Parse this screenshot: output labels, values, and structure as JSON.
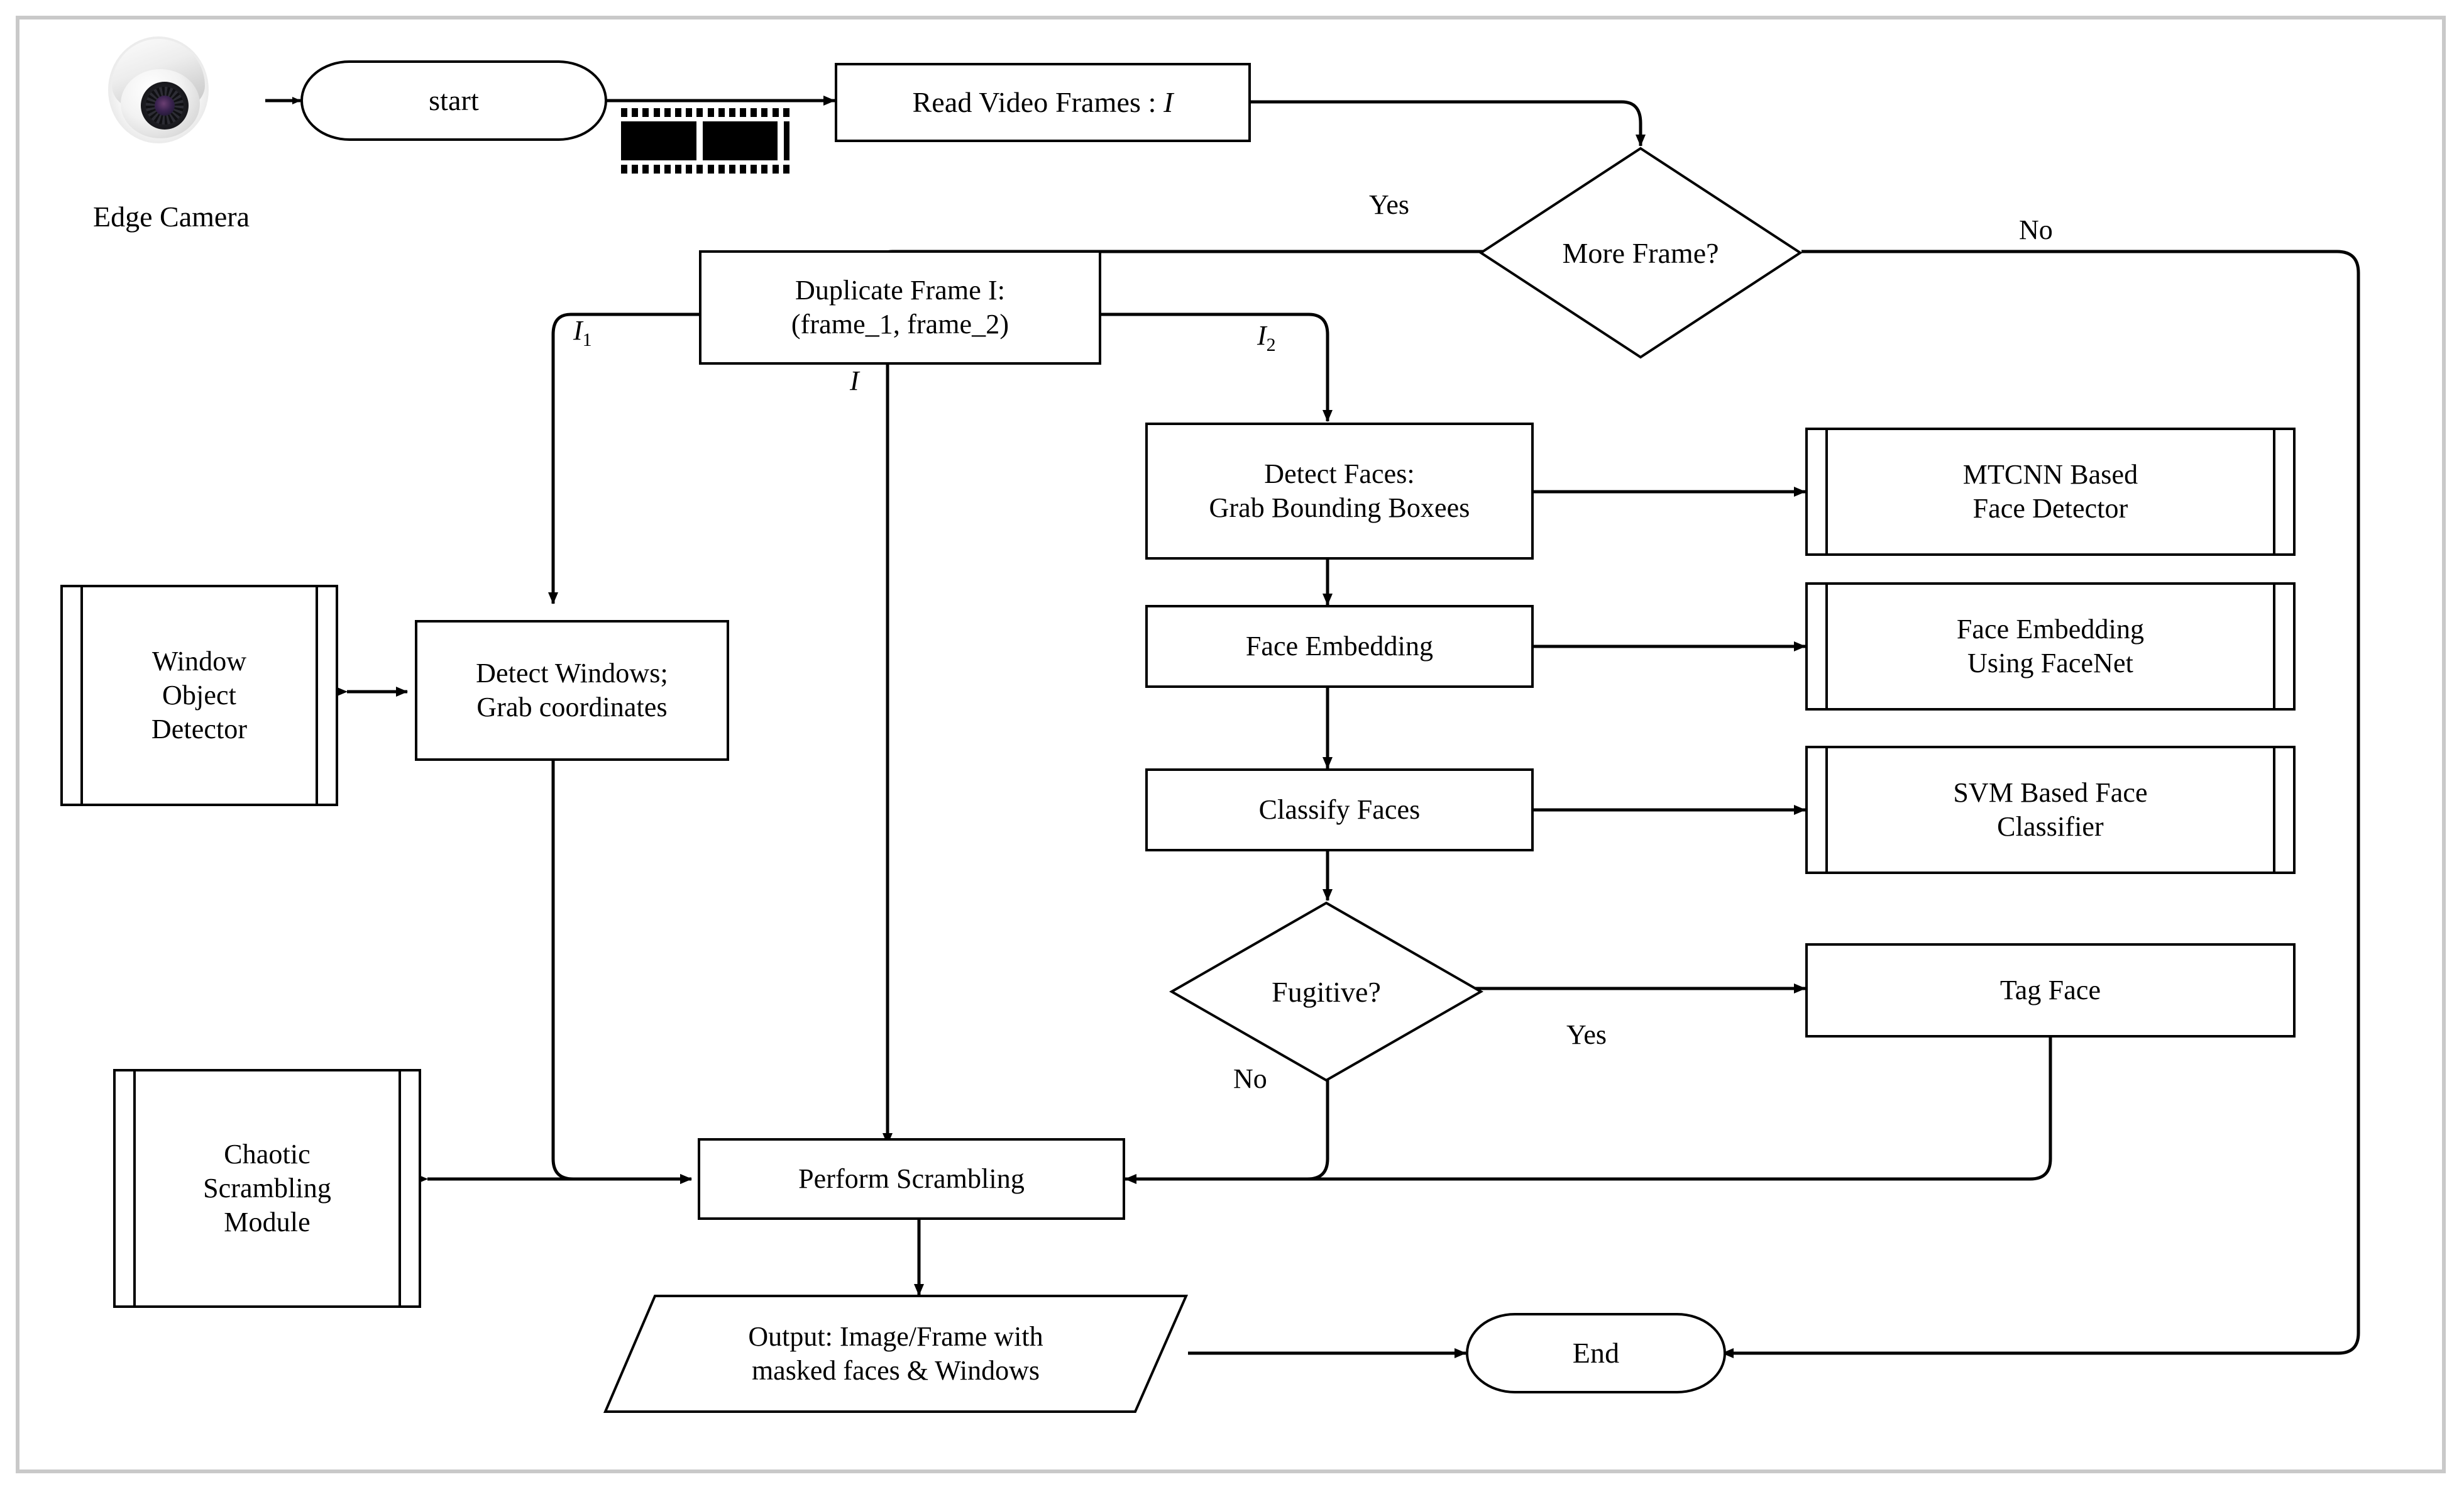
{
  "figure": {
    "kind": "flowchart",
    "border_color": "#c9c9c9",
    "line_color": "#000000"
  },
  "icons": {
    "camera": "dome-security-camera-icon",
    "film": "film-strip-icon"
  },
  "captions": {
    "edge_camera": "Edge Camera"
  },
  "nodes": {
    "start": {
      "label": "start",
      "shape": "terminator"
    },
    "read_frames": {
      "label": "Read Video Frames : ",
      "label_italic": "I",
      "shape": "process"
    },
    "more_frame": {
      "label": "More Frame?",
      "shape": "decision"
    },
    "duplicate": {
      "line1": "Duplicate Frame I:",
      "line2": "(frame_1, frame_2)",
      "shape": "process"
    },
    "detect_faces": {
      "line1": "Detect Faces:",
      "line2": "Grab Bounding Boxees",
      "shape": "process"
    },
    "face_embedding": {
      "label": "Face Embedding",
      "shape": "process"
    },
    "classify_faces": {
      "label": "Classify Faces",
      "shape": "process"
    },
    "fugitive": {
      "label": "Fugitive?",
      "shape": "decision"
    },
    "tag_face": {
      "label": "Tag Face",
      "shape": "process"
    },
    "mtcnn": {
      "line1": "MTCNN Based",
      "line2": "Face Detector",
      "shape": "predefined-process"
    },
    "facenet": {
      "line1": "Face Embedding",
      "line2": "Using FaceNet",
      "shape": "predefined-process"
    },
    "svm": {
      "line1": "SVM Based Face",
      "line2": "Classifier",
      "shape": "predefined-process"
    },
    "window_detector": {
      "line1": "Window",
      "line2": "Object",
      "line3": "Detector",
      "shape": "predefined-process"
    },
    "detect_windows": {
      "line1": "Detect Windows;",
      "line2": "Grab coordinates",
      "shape": "process"
    },
    "chaotic": {
      "line1": "Chaotic",
      "line2": "Scrambling",
      "line3": "Module",
      "shape": "predefined-process"
    },
    "perform_scrambling": {
      "label": "Perform Scrambling",
      "shape": "process"
    },
    "output": {
      "line1": "Output: Image/Frame with",
      "line2": "masked faces & Windows",
      "shape": "data-parallelogram"
    },
    "end": {
      "label": "End",
      "shape": "terminator"
    }
  },
  "edge_labels": {
    "more_frame_yes": "Yes",
    "more_frame_no": "No",
    "branch_i1": "I",
    "branch_i1_sub": "1",
    "branch_i2": "I",
    "branch_i2_sub": "2",
    "branch_i": "I",
    "fugitive_yes": "Yes",
    "fugitive_no": "No"
  }
}
